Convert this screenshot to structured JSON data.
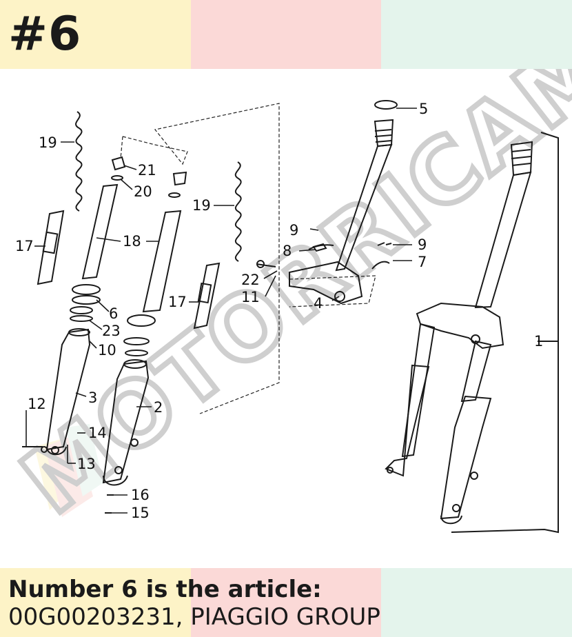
{
  "header": {
    "title": "#6"
  },
  "caption": {
    "line1": "Number 6 is the article:",
    "line2": "00G00203231, PIAGGIO GROUP"
  },
  "watermark": {
    "text": "MOTORRICAMBI"
  },
  "colors": {
    "band_yellow": "#fdf3c7",
    "band_pink": "#fbd9d7",
    "band_mint": "#e4f4ec"
  },
  "diagram": {
    "labels": [
      "19",
      "21",
      "20",
      "18",
      "17",
      "19",
      "6",
      "23",
      "10",
      "17",
      "3",
      "2",
      "12",
      "14",
      "13",
      "16",
      "15",
      "5",
      "9",
      "8",
      "9",
      "7",
      "22",
      "11",
      "4",
      "1"
    ]
  }
}
